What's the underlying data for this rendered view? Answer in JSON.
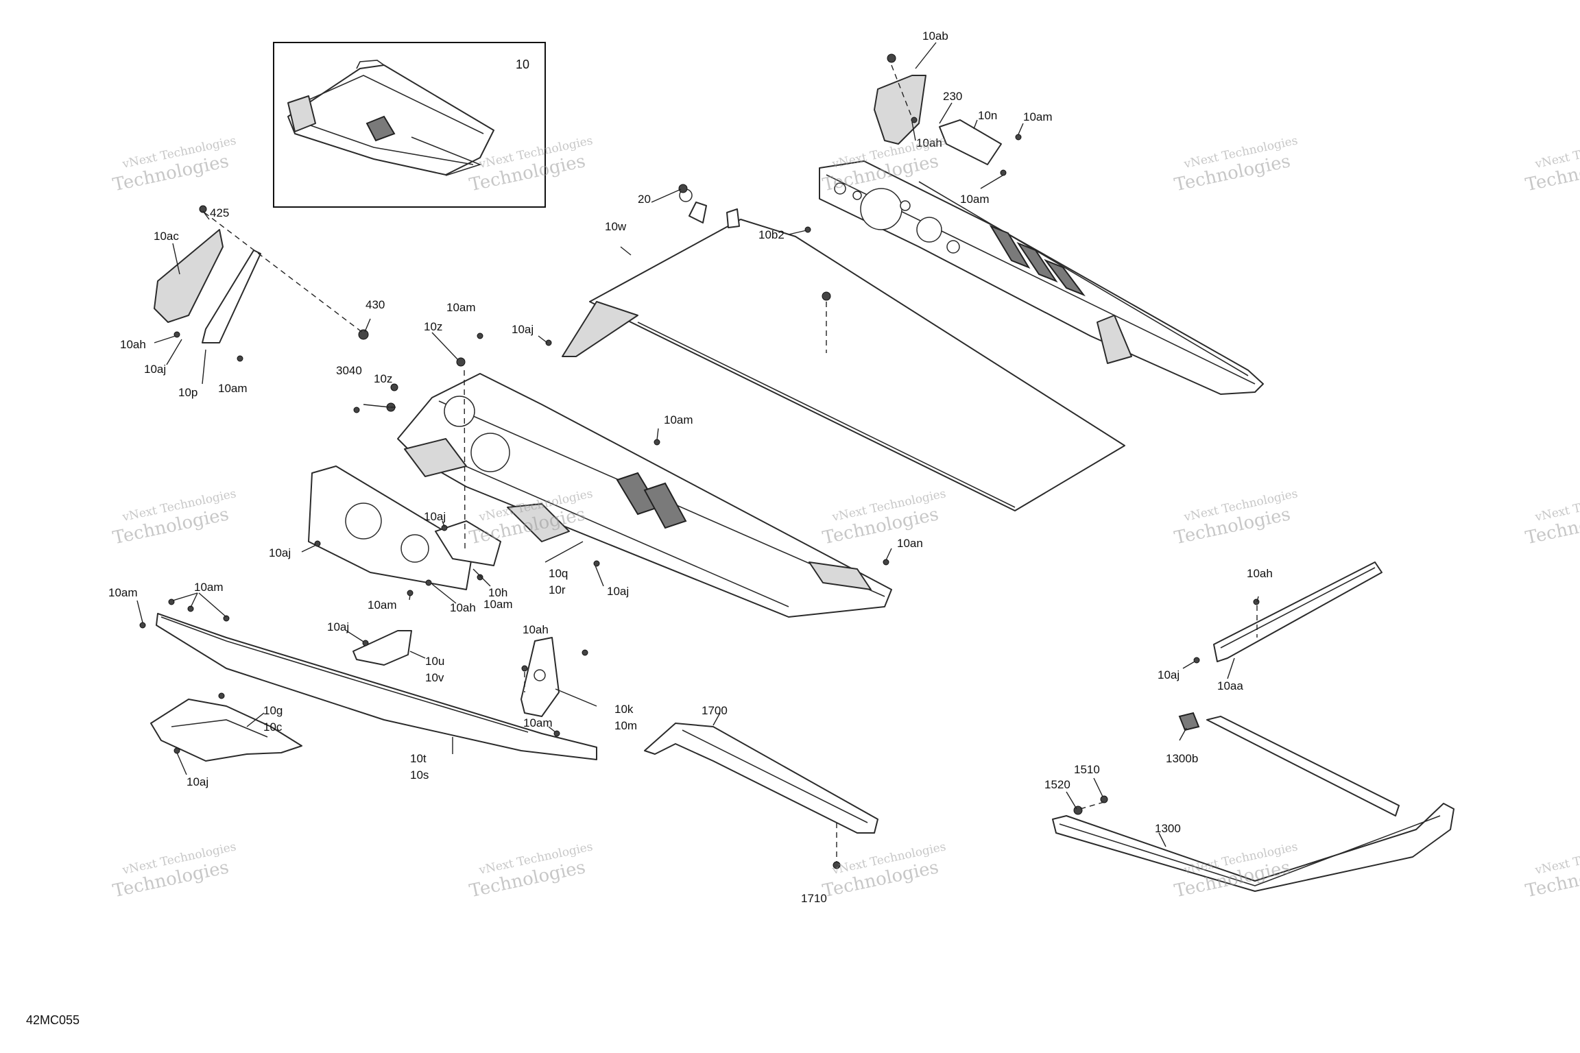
{
  "diagram": {
    "figure_code": "42MC055",
    "inset_label": "10",
    "watermark_line1": "vNext Technologies",
    "watermark_line2": "Technologies",
    "callouts": [
      {
        "id": "10ab",
        "text": "10ab"
      },
      {
        "id": "230",
        "text": "230"
      },
      {
        "id": "10n",
        "text": "10n"
      },
      {
        "id": "10am-a",
        "text": "10am"
      },
      {
        "id": "10ah-a",
        "text": "10ah"
      },
      {
        "id": "10am-b",
        "text": "10am"
      },
      {
        "id": "10b2",
        "text": "10b2"
      },
      {
        "id": "20",
        "text": "20"
      },
      {
        "id": "10w",
        "text": "10w"
      },
      {
        "id": "10aj-a",
        "text": "10aj"
      },
      {
        "id": "425",
        "text": "425"
      },
      {
        "id": "10ac",
        "text": "10ac"
      },
      {
        "id": "430",
        "text": "430"
      },
      {
        "id": "10ah-b",
        "text": "10ah"
      },
      {
        "id": "10aj-b",
        "text": "10aj"
      },
      {
        "id": "10p",
        "text": "10p"
      },
      {
        "id": "10am-c",
        "text": "10am"
      },
      {
        "id": "10am-d",
        "text": "10am"
      },
      {
        "id": "10z-a",
        "text": "10z"
      },
      {
        "id": "3040",
        "text": "3040"
      },
      {
        "id": "10z-b",
        "text": "10z"
      },
      {
        "id": "10am-e",
        "text": "10am"
      },
      {
        "id": "10an",
        "text": "10an"
      },
      {
        "id": "10aj-c",
        "text": "10aj"
      },
      {
        "id": "10aj-d",
        "text": "10aj"
      },
      {
        "id": "10q",
        "text": "10q"
      },
      {
        "id": "10r",
        "text": "10r"
      },
      {
        "id": "10aj-e",
        "text": "10aj"
      },
      {
        "id": "10h",
        "text": "10h"
      },
      {
        "id": "10am-f",
        "text": "10am"
      },
      {
        "id": "10ah-c",
        "text": "10ah"
      },
      {
        "id": "10am-g",
        "text": "10am"
      },
      {
        "id": "10am-h",
        "text": "10am"
      },
      {
        "id": "10am-i",
        "text": "10am"
      },
      {
        "id": "10aj-f",
        "text": "10aj"
      },
      {
        "id": "10u",
        "text": "10u"
      },
      {
        "id": "10v",
        "text": "10v"
      },
      {
        "id": "10ah-d",
        "text": "10ah"
      },
      {
        "id": "10k",
        "text": "10k"
      },
      {
        "id": "10m",
        "text": "10m"
      },
      {
        "id": "10am-j",
        "text": "10am"
      },
      {
        "id": "10g",
        "text": "10g"
      },
      {
        "id": "10c",
        "text": "10c"
      },
      {
        "id": "10aj-g",
        "text": "10aj"
      },
      {
        "id": "10t",
        "text": "10t"
      },
      {
        "id": "10s",
        "text": "10s"
      },
      {
        "id": "1700",
        "text": "1700"
      },
      {
        "id": "1710",
        "text": "1710"
      },
      {
        "id": "10ah-e",
        "text": "10ah"
      },
      {
        "id": "10aj-h",
        "text": "10aj"
      },
      {
        "id": "10aa",
        "text": "10aa"
      },
      {
        "id": "1300b",
        "text": "1300b"
      },
      {
        "id": "1510",
        "text": "1510"
      },
      {
        "id": "1520",
        "text": "1520"
      },
      {
        "id": "1300",
        "text": "1300"
      }
    ]
  }
}
